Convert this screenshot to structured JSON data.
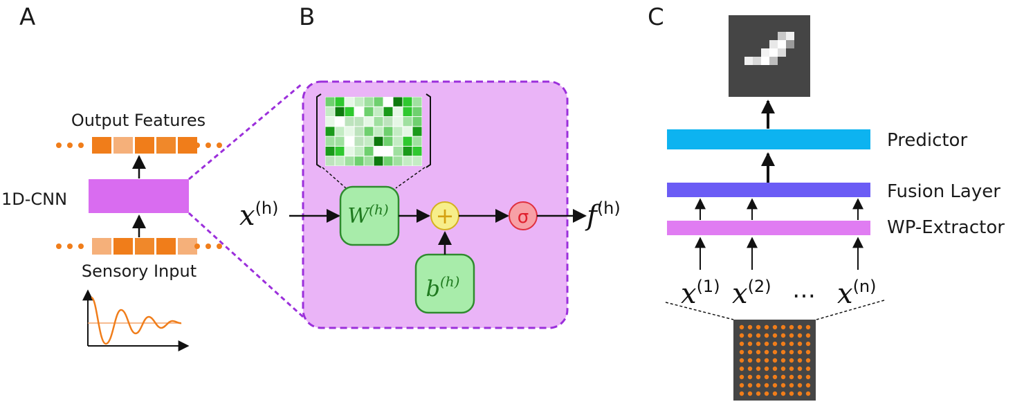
{
  "panels": {
    "a": {
      "letter": "A"
    },
    "b": {
      "letter": "B"
    },
    "c": {
      "letter": "C"
    }
  },
  "panel_a": {
    "output_label": "Output Features",
    "cnn_label": "1D-CNN",
    "input_label": "Sensory Input"
  },
  "panel_b": {
    "x_base": "x",
    "x_sup": "(h)",
    "w_base": "W",
    "w_sup": "(h)",
    "b_base": "b",
    "b_sup": "(h)",
    "plus": "+",
    "sigma": "σ",
    "f_base": "f",
    "f_sup": "(h)"
  },
  "panel_c": {
    "predictor_label": "Predictor",
    "fusion_label": "Fusion Layer",
    "extractor_label": "WP-Extractor",
    "inputs": [
      {
        "base": "x",
        "sup": "(1)"
      },
      {
        "base": "x",
        "sup": "(2)"
      },
      {
        "base": "x",
        "sup": "(n)"
      }
    ],
    "ellipsis": "…"
  },
  "colors": {
    "purple_box": "#eab4f7",
    "purple_dash": "#9b2fdb",
    "cnn_block": "#d96cf0",
    "green_fill": "#a8ecaa",
    "green_stroke": "#2e8b2e",
    "green_text": "#1f7a1f",
    "orange": "#f07d1a",
    "predictor": "#0db3f0",
    "fusion": "#6b5cf5",
    "extractor": "#e07cf2",
    "dark_tile": "#454545",
    "sigma_fill": "#f7a0a6",
    "sigma_stroke": "#e03040",
    "plus_fill": "#f7ee8a",
    "plus_stroke": "#d4b020"
  }
}
